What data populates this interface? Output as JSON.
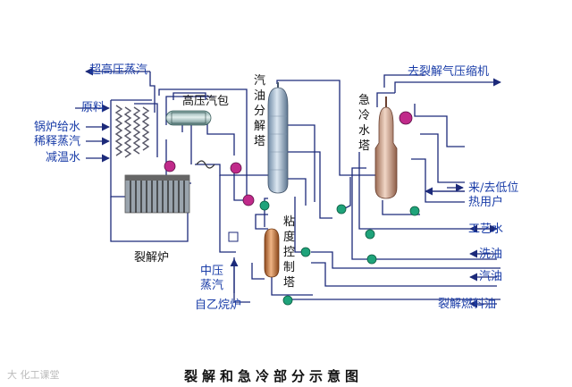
{
  "title": "裂解和急冷部分示意图",
  "watermark": "大 化工课堂",
  "labels": {
    "super_hp_steam": "超高压蒸汽",
    "feed": "原料",
    "boiler_feedwater": "锅炉给水",
    "dilution_steam": "稀释蒸汽",
    "desuperheat_water": "减温水",
    "hp_steam_drum": "高压汽包",
    "cracking_furnace": "裂解炉",
    "mp_steam": "中压蒸汽",
    "from_ethane_furnace": "自乙烷炉",
    "gasoline_fractionator": "汽油分解塔",
    "fuel_oil_stripper": "粘度控制塔",
    "quench_water_tower": "急冷水塔",
    "to_compressor": "去裂解气压缩机",
    "to_lp_heat_users": "来/去低位热用户",
    "process_water": "工艺水",
    "wash_oil": "洗油",
    "gasoline": "汽油",
    "pyrolysis_fuel_oil": "裂解燃料油"
  },
  "colors": {
    "line": "#1c2a7a",
    "label": "#1a3da8",
    "vessel_steel": "#9db4cc",
    "vessel_orange": "#c9783d",
    "pump": "#1fa37a",
    "exchanger": "#c02a8a"
  }
}
